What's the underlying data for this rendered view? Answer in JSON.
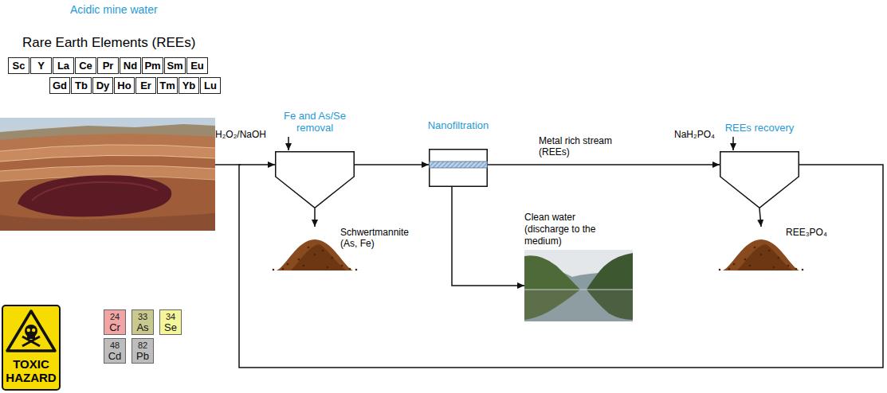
{
  "diagram": {
    "title": "Acidic mine water",
    "nodes": [
      {
        "text": [
          "Sc"
        ]
      },
      {
        "text": [
          "Y"
        ]
      },
      {
        "text": [
          "La"
        ]
      },
      {
        "text": [
          "Ce"
        ]
      },
      {
        "text": [
          "Pr"
        ]
      },
      {
        "text": [
          "Nd"
        ]
      },
      {
        "text": [
          "Pm"
        ]
      },
      {
        "text": [
          "Sm"
        ]
      },
      {
        "text": [
          "Eu"
        ]
      },
      {
        "text": [
          "Gd"
        ]
      },
      {
        "text": [
          "Tb"
        ]
      },
      {
        "text": [
          "Dy"
        ]
      },
      {
        "text": [
          "Ho"
        ]
      },
      {
        "text": [
          "Er"
        ]
      },
      {
        "text": [
          "Tm"
        ]
      },
      {
        "text": [
          "Yb"
        ]
      },
      {
        "text": [
          "Lu"
        ]
      },
      {
        "text": [
          "Fe and As/Se removal"
        ]
      },
      {
        "text": [
          "Nanofiltration"
        ]
      },
      {
        "text": [
          "REEs recovery"
        ]
      },
      {
        "text": [
          "Schwertmannite (As, Fe)"
        ]
      },
      {
        "text": [
          "Clean water (discharge to the medium)"
        ]
      },
      {
        "text": [
          "REE₃PO₄"
        ]
      },
      {
        "text": [
          "TOXIC HAZARD"
        ]
      },
      {
        "text": [
          "24",
          "Cr"
        ]
      },
      {
        "text": [
          "33",
          "As"
        ]
      },
      {
        "text": [
          "34",
          "Se"
        ]
      },
      {
        "text": [
          "48",
          "Cd"
        ]
      },
      {
        "text": [
          "82",
          "Pb"
        ]
      }
    ],
    "edges": [
      {
        "from": 17,
        "to": 18,
        "arrow": "to"
      },
      {
        "from": 18,
        "to": 19,
        "label": "Metal rich stream (REEs)",
        "arrow": "to"
      },
      {
        "from": 17,
        "to": 20,
        "arrow": "to"
      },
      {
        "from": 18,
        "to": 21,
        "arrow": "to"
      },
      {
        "from": 19,
        "to": 22,
        "arrow": "to"
      },
      {
        "from": 19,
        "to": 17,
        "arrow": "to"
      }
    ],
    "labels": [
      "Rare Earth Elements (REEs)",
      "H₂O₂/NaOH",
      "NaH₂PO₄"
    ]
  }
}
